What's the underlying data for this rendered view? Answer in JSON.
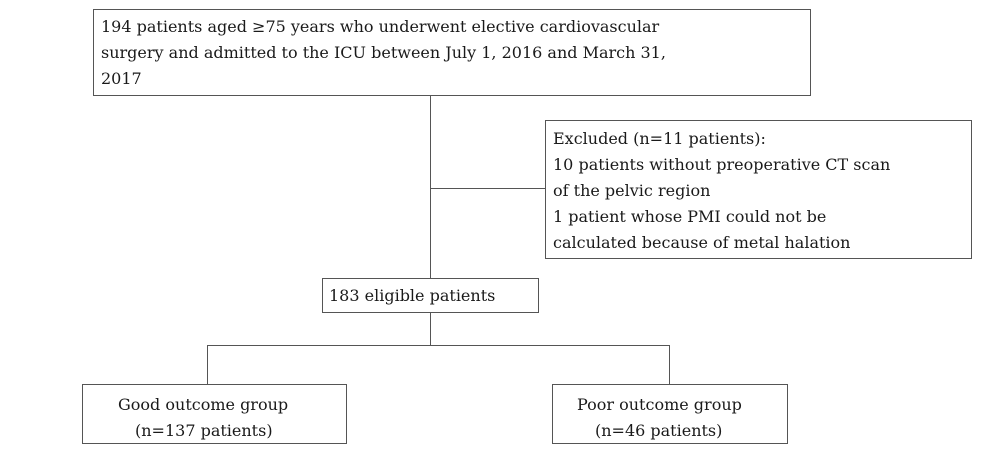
{
  "flowchart": {
    "top_box": {
      "lines": [
        "194 patients aged  ≥75 years who underwent elective cardiovascular",
        "surgery and admitted to the ICU between July 1, 2016 and March 31,",
        "2017"
      ]
    },
    "excluded_box": {
      "lines": [
        "Excluded (n=11 patients):",
        "10 patients without preoperative CT scan",
        "of the pelvic region",
        "1 patient whose PMI could not be",
        "calculated because of metal halation"
      ]
    },
    "eligible_box": {
      "label": "183 eligible patients"
    },
    "good_box": {
      "title": "Good outcome group",
      "count": "(n=137 patients)"
    },
    "poor_box": {
      "title": "Poor outcome group",
      "count": "(n=46 patients)"
    }
  }
}
